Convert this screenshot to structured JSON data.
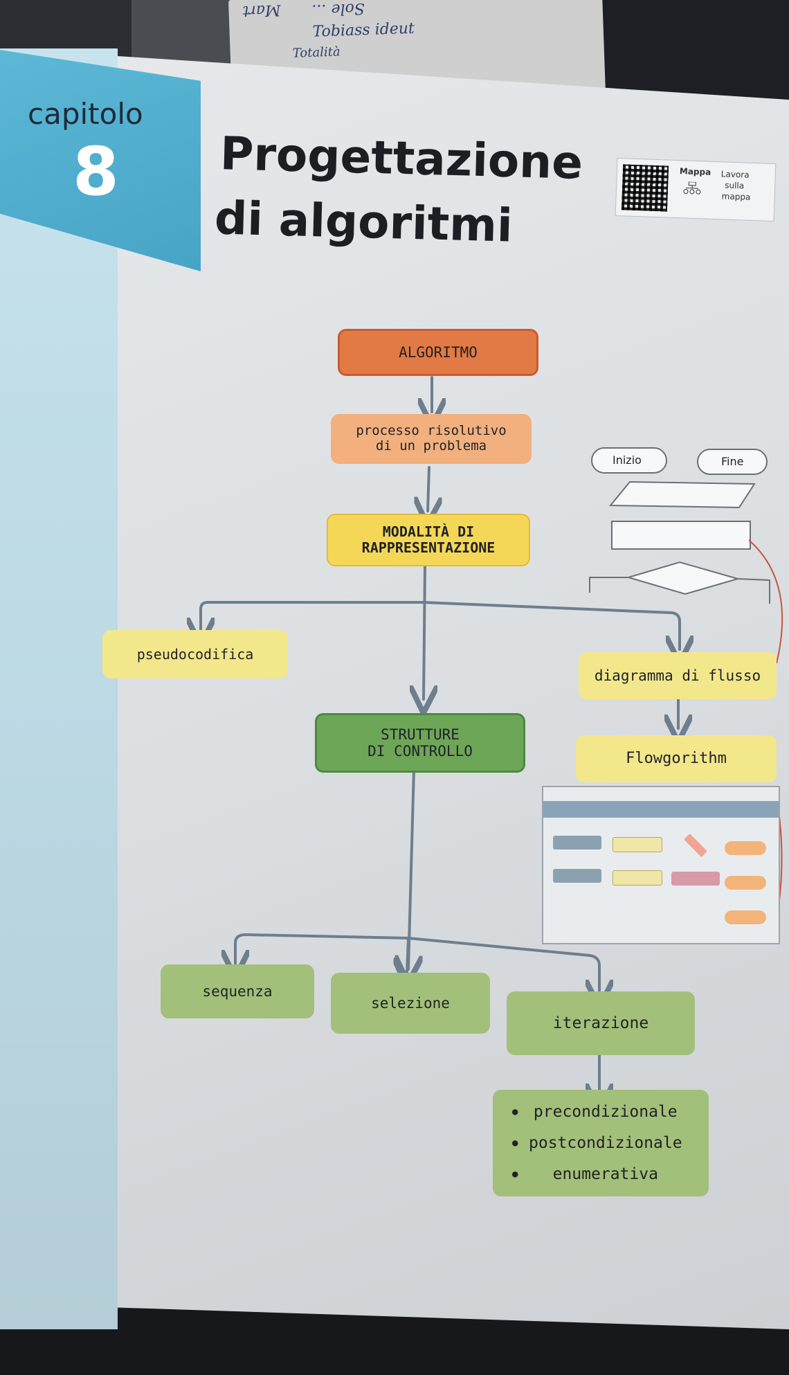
{
  "handwriting": {
    "line1": "Mart",
    "line2": "Sole ... ",
    "line3": "Tobiass ideut",
    "line4": "Totalità"
  },
  "chapter": {
    "label": "capitolo",
    "number": "8"
  },
  "title": {
    "line1": "Progettazione",
    "line2": "di algoritmi"
  },
  "qr_box": {
    "mappa": "Mappa",
    "lavora": "Lavora",
    "sulla": "sulla",
    "mappa2": "mappa"
  },
  "map": {
    "algoritmo": "ALGORITMO",
    "processo": "processo risolutivo\ndi un problema",
    "modalita": "MODALITÀ DI\nRAPPRESENTAZIONE",
    "pseudocodifica": "pseudocodifica",
    "diagramma": "diagramma di flusso",
    "strutture": "STRUTTURE\nDI CONTROLLO",
    "flowgorithm": "Flowgorithm",
    "sequenza": "sequenza",
    "selezione": "selezione",
    "iterazione": "iterazione",
    "iter_types": [
      "precondizionale",
      "postcondizionale",
      "enumerativa"
    ]
  },
  "flowchart_symbols": {
    "inizio": "Inizio",
    "fine": "Fine"
  },
  "colors": {
    "chapter_tab": "#4fadcd",
    "algoritmo": "#e27a45",
    "processo": "#f2b07e",
    "modalita": "#f5d758",
    "strutture": "#6ea658",
    "light_green": "#a2c079",
    "arrow": "#6d7e8e"
  }
}
